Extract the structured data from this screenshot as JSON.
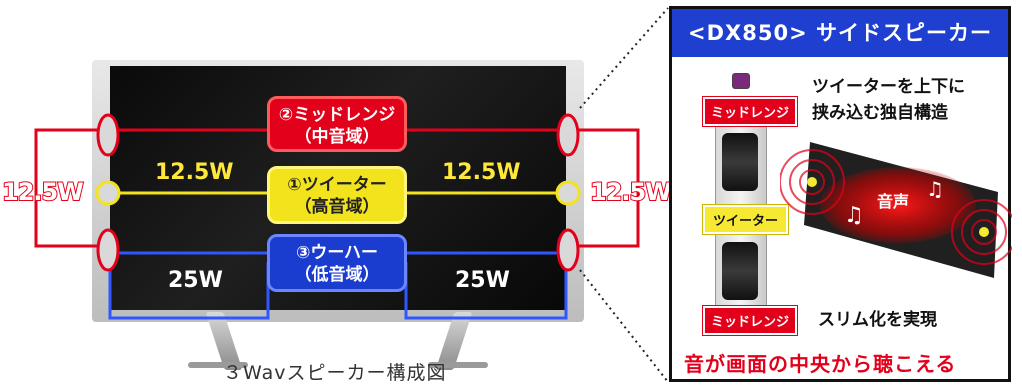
{
  "tv": {
    "midrange_label_line1": "②ミッドレンジ",
    "midrange_label_line2": "（中音域）",
    "tweeter_label_line1": "①ツイーター",
    "tweeter_label_line2": "（高音域）",
    "woofer_label_line1": "③ウーハー",
    "woofer_label_line2": "（低音域）",
    "tweeter_watt_left": "12.5W",
    "tweeter_watt_right": "12.5W",
    "side_watt_left": "12.5W",
    "side_watt_right": "12.5W",
    "woofer_watt_left": "25W",
    "woofer_watt_right": "25W",
    "caption": "３Wavスピーカー構成図"
  },
  "panel": {
    "title": "<DX850>  サイドスピーカー",
    "headline_line1": "ツイーターを上下に",
    "headline_line2": "挟み込む独自構造",
    "tag_midrange_top": "ミッドレンジ",
    "tag_tweeter": "ツイーター",
    "tag_midrange_bottom": "ミッドレンジ",
    "sound_label": "音声",
    "slim_text": "スリム化を実現",
    "bottom_message": "音が画面の中央から聴こえる"
  },
  "colors": {
    "red": "#e3001b",
    "yellow": "#f2e31c",
    "blue": "#1a3ccf",
    "panel_header": "#1f3fd0"
  }
}
